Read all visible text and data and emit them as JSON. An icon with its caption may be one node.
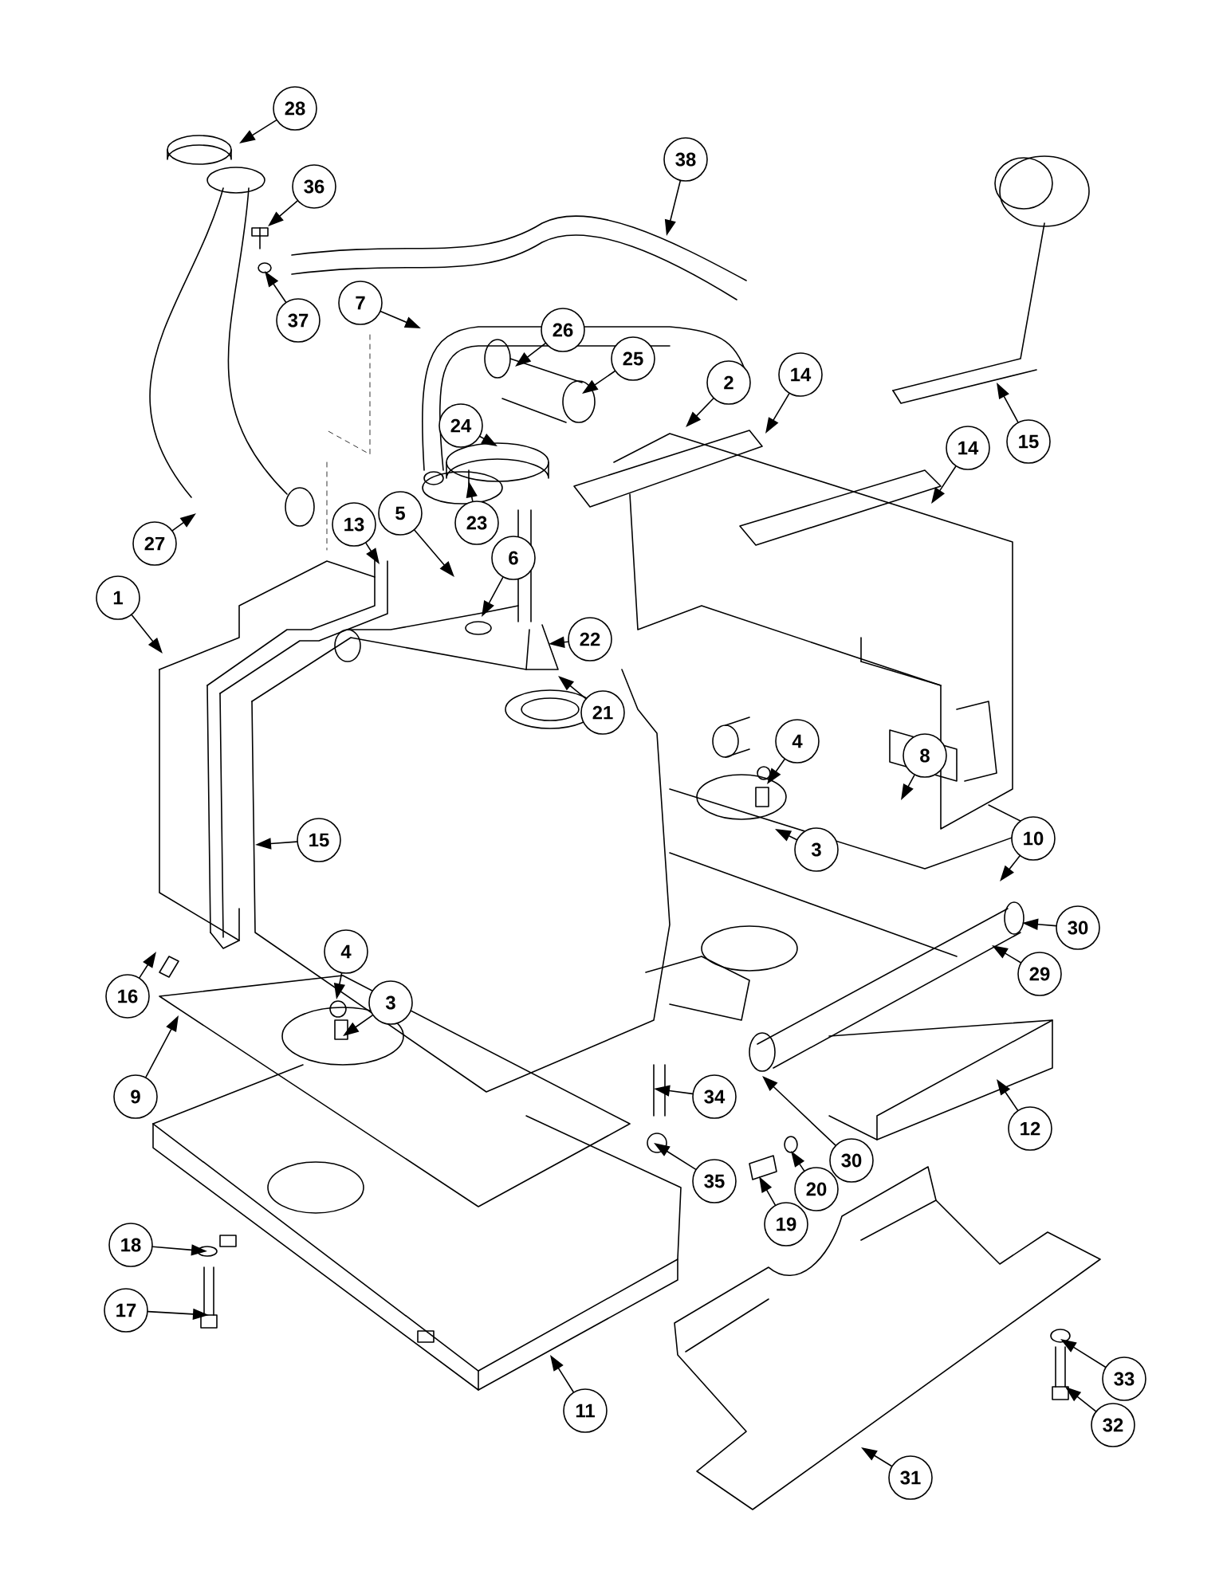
{
  "diagram": {
    "nodes": [
      {
        "text": [
          "28"
        ]
      },
      {
        "text": [
          "38"
        ]
      },
      {
        "text": [
          "36"
        ]
      },
      {
        "text": [
          "7"
        ]
      },
      {
        "text": [
          "37"
        ]
      },
      {
        "text": [
          "26"
        ]
      },
      {
        "text": [
          "25"
        ]
      },
      {
        "text": [
          "2"
        ]
      },
      {
        "text": [
          "14"
        ]
      },
      {
        "text": [
          "24"
        ]
      },
      {
        "text": [
          "15"
        ]
      },
      {
        "text": [
          "14"
        ]
      },
      {
        "text": [
          "23"
        ]
      },
      {
        "text": [
          "13"
        ]
      },
      {
        "text": [
          "5"
        ]
      },
      {
        "text": [
          "27"
        ]
      },
      {
        "text": [
          "6"
        ]
      },
      {
        "text": [
          "1"
        ]
      },
      {
        "text": [
          "22"
        ]
      },
      {
        "text": [
          "21"
        ]
      },
      {
        "text": [
          "4"
        ]
      },
      {
        "text": [
          "8"
        ]
      },
      {
        "text": [
          "15"
        ]
      },
      {
        "text": [
          "3"
        ]
      },
      {
        "text": [
          "10"
        ]
      },
      {
        "text": [
          "30"
        ]
      },
      {
        "text": [
          "4"
        ]
      },
      {
        "text": [
          "29"
        ]
      },
      {
        "text": [
          "16"
        ]
      },
      {
        "text": [
          "3"
        ]
      },
      {
        "text": [
          "9"
        ]
      },
      {
        "text": [
          "34"
        ]
      },
      {
        "text": [
          "12"
        ]
      },
      {
        "text": [
          "30"
        ]
      },
      {
        "text": [
          "35"
        ]
      },
      {
        "text": [
          "20"
        ]
      },
      {
        "text": [
          "19"
        ]
      },
      {
        "text": [
          "18"
        ]
      },
      {
        "text": [
          "17"
        ]
      },
      {
        "text": [
          "33"
        ]
      },
      {
        "text": [
          "11"
        ]
      },
      {
        "text": [
          "32"
        ]
      },
      {
        "text": [
          "31"
        ]
      }
    ],
    "edges": [
      {
        "from": 0,
        "to": null,
        "arrow": "to"
      },
      {
        "from": 1,
        "to": null,
        "arrow": "to"
      },
      {
        "from": 2,
        "to": null,
        "arrow": "to"
      },
      {
        "from": 3,
        "to": null,
        "arrow": "to"
      },
      {
        "from": 4,
        "to": null,
        "arrow": "to"
      },
      {
        "from": 5,
        "to": null,
        "arrow": "to"
      },
      {
        "from": 6,
        "to": null,
        "arrow": "to"
      },
      {
        "from": 7,
        "to": null,
        "arrow": "to"
      },
      {
        "from": 8,
        "to": null,
        "arrow": "to"
      },
      {
        "from": 9,
        "to": null,
        "arrow": "to"
      },
      {
        "from": 10,
        "to": null,
        "arrow": "to"
      },
      {
        "from": 11,
        "to": null,
        "arrow": "to"
      },
      {
        "from": 12,
        "to": null,
        "arrow": "to"
      },
      {
        "from": 13,
        "to": null,
        "arrow": "to"
      },
      {
        "from": 14,
        "to": null,
        "arrow": "to"
      },
      {
        "from": 15,
        "to": null,
        "arrow": "to"
      },
      {
        "from": 16,
        "to": null,
        "arrow": "to"
      },
      {
        "from": 17,
        "to": null,
        "arrow": "to"
      },
      {
        "from": 18,
        "to": null,
        "arrow": "to"
      },
      {
        "from": 19,
        "to": null,
        "arrow": "to"
      },
      {
        "from": 20,
        "to": null,
        "arrow": "to"
      },
      {
        "from": 21,
        "to": null,
        "arrow": "to"
      },
      {
        "from": 22,
        "to": null,
        "arrow": "to"
      },
      {
        "from": 23,
        "to": null,
        "arrow": "to"
      },
      {
        "from": 24,
        "to": null,
        "arrow": "to"
      },
      {
        "from": 25,
        "to": null,
        "arrow": "to"
      },
      {
        "from": 26,
        "to": null,
        "arrow": "to"
      },
      {
        "from": 27,
        "to": null,
        "arrow": "to"
      },
      {
        "from": 28,
        "to": null,
        "arrow": "to"
      },
      {
        "from": 29,
        "to": null,
        "arrow": "to"
      },
      {
        "from": 30,
        "to": null,
        "arrow": "to"
      },
      {
        "from": 31,
        "to": null,
        "arrow": "to"
      },
      {
        "from": 32,
        "to": null,
        "arrow": "to"
      },
      {
        "from": 33,
        "to": null,
        "arrow": "to"
      },
      {
        "from": 34,
        "to": null,
        "arrow": "to"
      },
      {
        "from": 35,
        "to": null,
        "arrow": "to"
      },
      {
        "from": 36,
        "to": null,
        "arrow": "to"
      },
      {
        "from": 37,
        "to": null,
        "arrow": "to"
      },
      {
        "from": 38,
        "to": null,
        "arrow": "to"
      },
      {
        "from": 39,
        "to": null,
        "arrow": "to"
      },
      {
        "from": 40,
        "to": null,
        "arrow": "to"
      },
      {
        "from": 41,
        "to": null,
        "arrow": "to"
      },
      {
        "from": 42,
        "to": null,
        "arrow": "to"
      }
    ]
  }
}
